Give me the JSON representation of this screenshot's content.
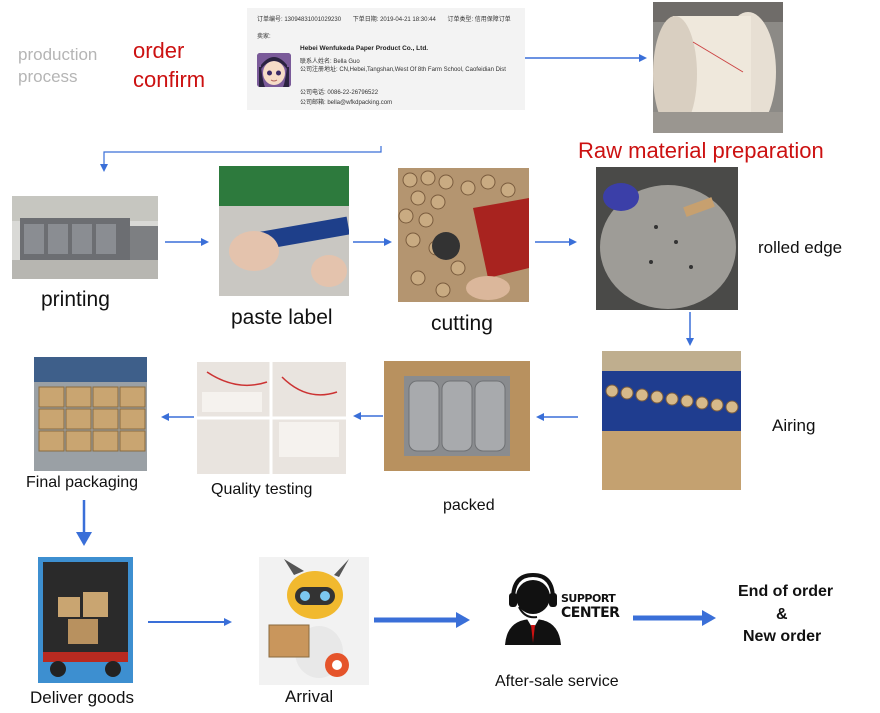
{
  "header": {
    "production_process": "production process",
    "order_confirm": "order confirm",
    "raw_material": "Raw material preparation"
  },
  "order_card": {
    "order_no": "订单编号: 1309483100102923​0",
    "order_date": "下单日期: 2019-04-21 18:30:44",
    "order_type": "订单类型: 信用保障订单",
    "seller_label": "卖家:",
    "company": "Hebei Wenfukeda Paper Product Co., Ltd.",
    "contact": "联系人姓名: Bella Guo",
    "address": "公司注册地址: CN,Hebei,Tangshan,West Of 8th Farm School, Caofeidian Dist",
    "phone": "公司电话: 0086-22-26796522",
    "email": "公司邮箱: bella@wfkdpacking.com"
  },
  "steps": {
    "printing": "printing",
    "paste_label": "paste label",
    "cutting": "cutting",
    "rolled_edge": "rolled edge",
    "airing": "Airing",
    "packed": "packed",
    "quality_testing": "Quality testing",
    "final_packaging": "Final packaging",
    "deliver_goods": "Deliver goods",
    "arrival": "Arrival",
    "after_sale": "After-sale service",
    "end_order": "End of order",
    "ampersand": "&",
    "new_order": "New order"
  },
  "support_logo": {
    "line1": "SUPPORT",
    "line2": "CENTER"
  },
  "colors": {
    "arrow": "#3a6fd8",
    "red_text": "#cc1111",
    "gray_text": "#b5b5b5"
  }
}
